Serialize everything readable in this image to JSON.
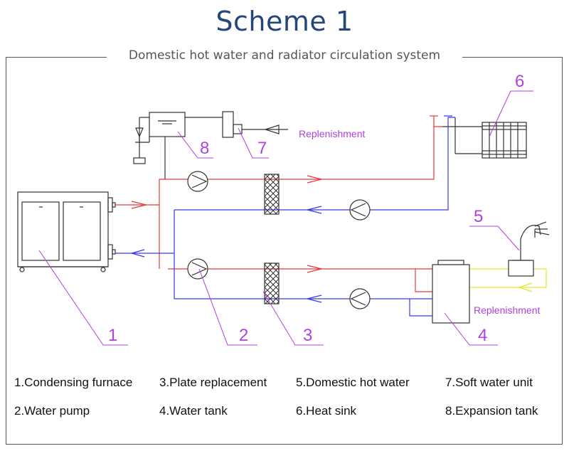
{
  "title": "Scheme 1",
  "subtitle": "Domestic hot water and radiator circulation system",
  "labels": {
    "replenishment_top": "Replenishment",
    "replenishment_right": "Replenishment",
    "n1": "1",
    "n2": "2",
    "n3": "3",
    "n4": "4",
    "n5": "5",
    "n6": "6",
    "n7": "7",
    "n8": "8"
  },
  "legend": [
    {
      "text": "1.Condensing furnace"
    },
    {
      "text": "3.Plate replacement"
    },
    {
      "text": "5.Domestic hot water"
    },
    {
      "text": "7.Soft water unit"
    },
    {
      "text": "2.Water pump"
    },
    {
      "text": "4.Water tank"
    },
    {
      "text": "6.Heat sink"
    },
    {
      "text": "8.Expansion tank"
    }
  ],
  "colors": {
    "hot": "#e83a3a",
    "cold": "#3a3ae8",
    "domestic": "#e6e62a",
    "label": "#b040e0",
    "equipment": "#333333"
  }
}
